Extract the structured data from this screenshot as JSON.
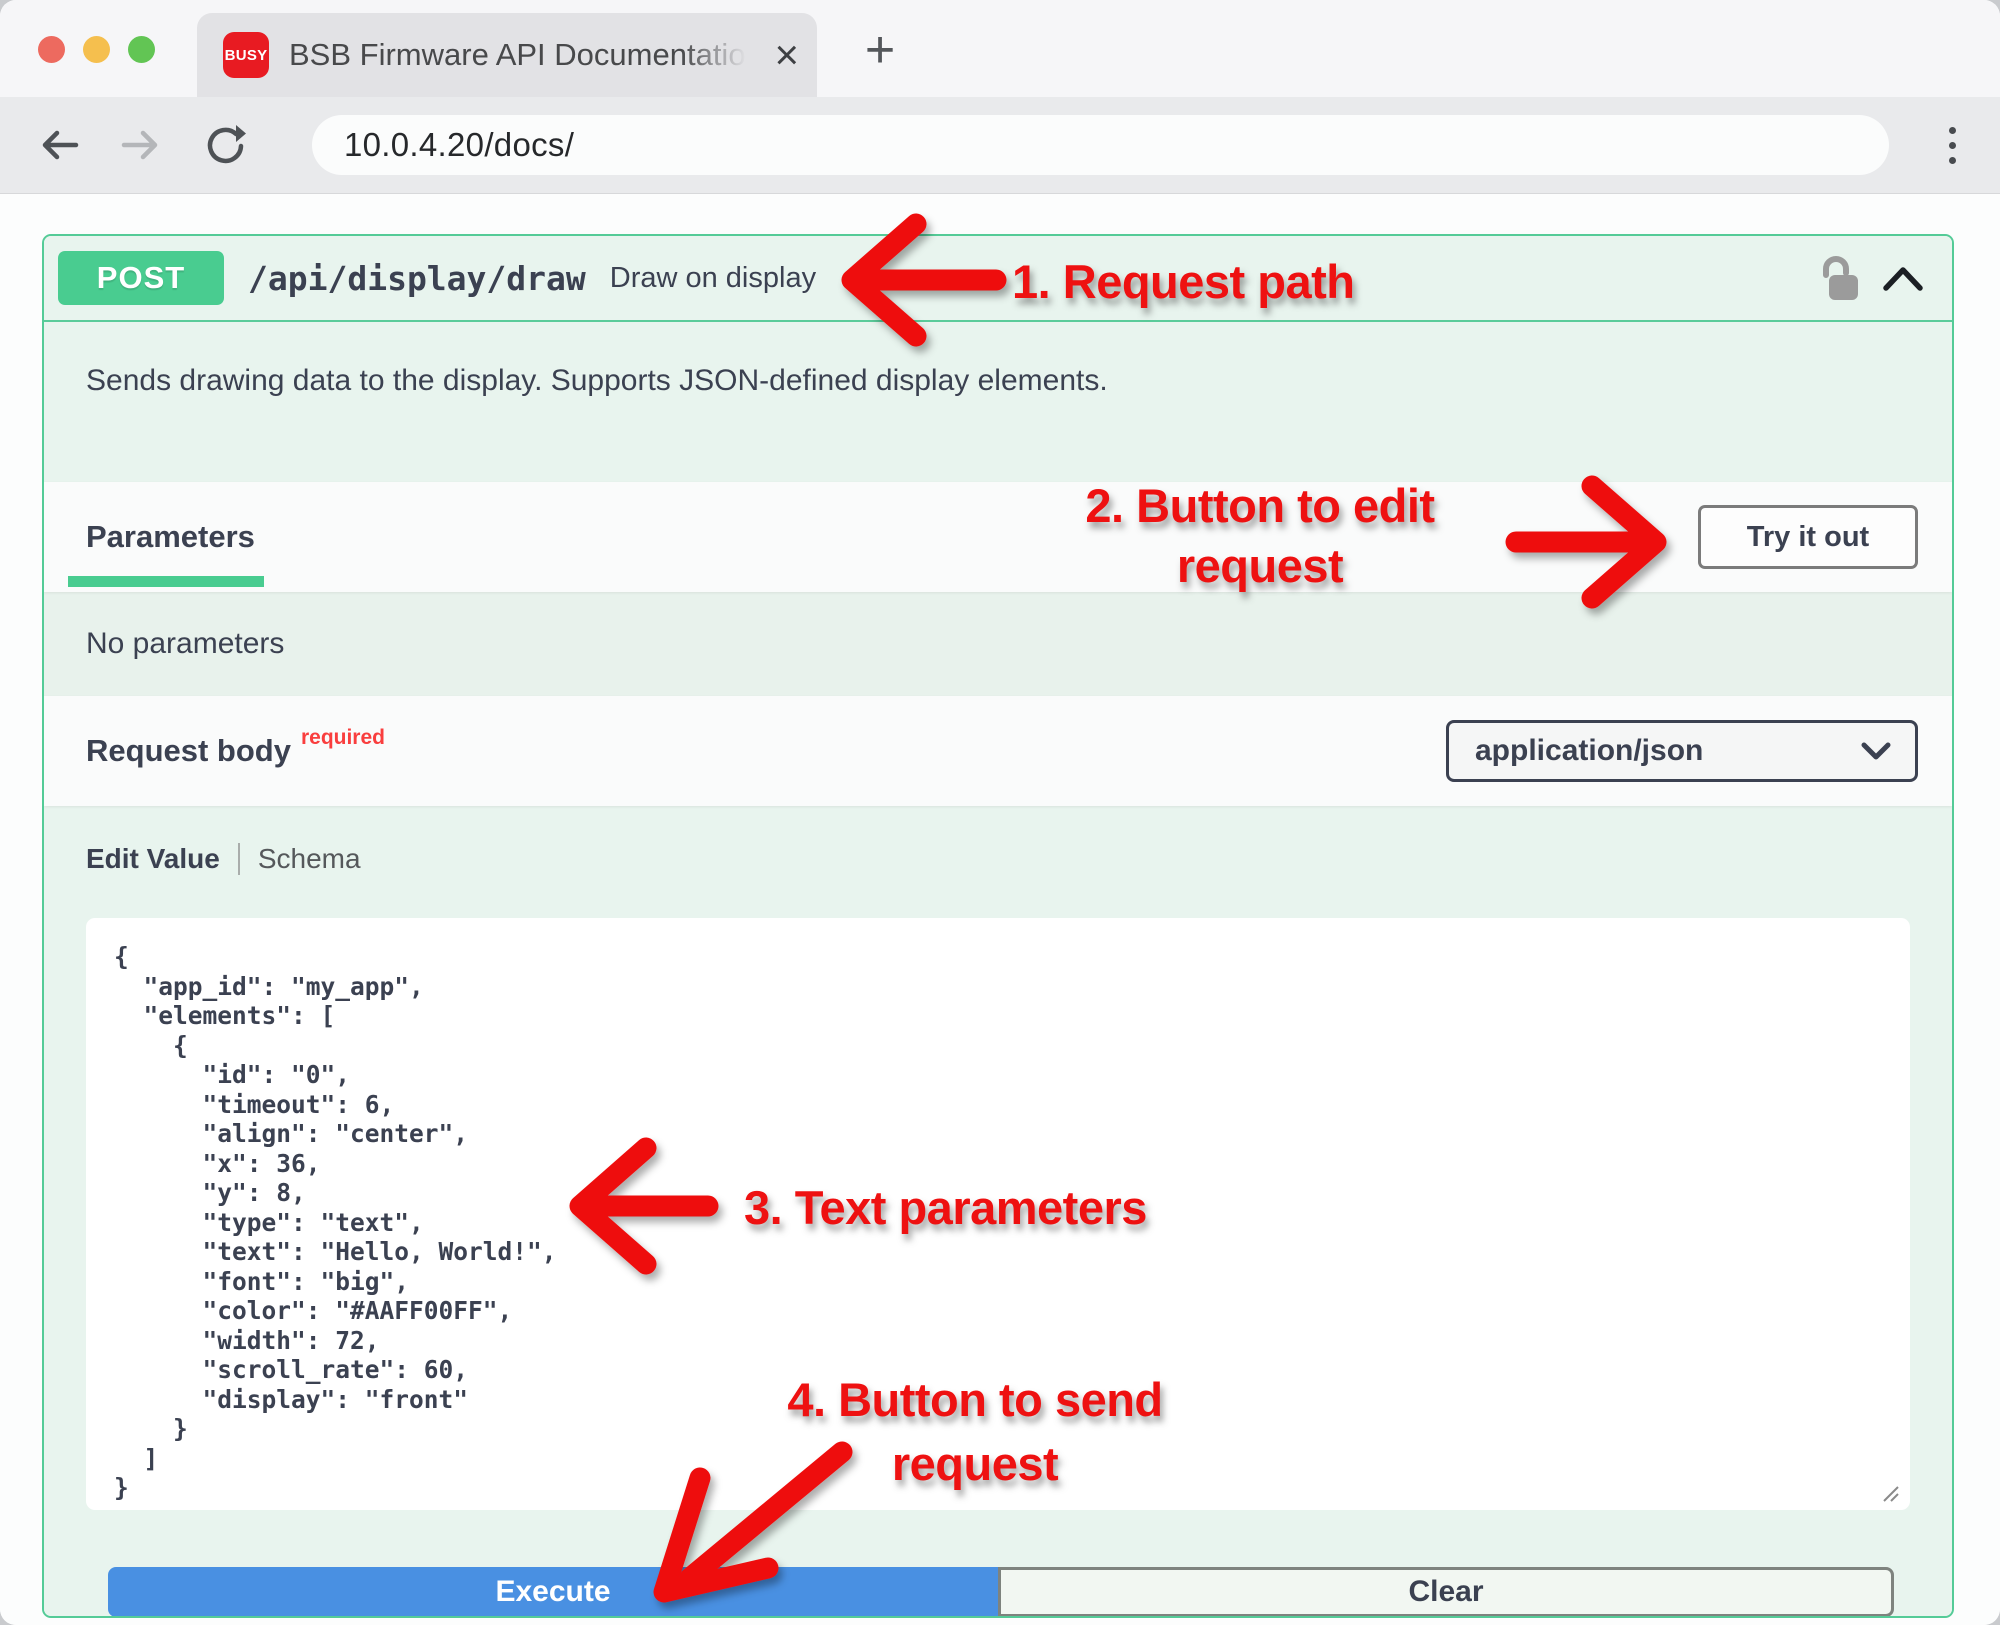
{
  "browser": {
    "tab": {
      "favicon_text": "BUSY",
      "title": "BSB Firmware API Documentatio",
      "close_glyph": "×"
    },
    "new_tab_glyph": "+",
    "url": "10.0.4.20/docs/"
  },
  "endpoint": {
    "method": "POST",
    "path": "/api/display/draw",
    "summary": "Draw on display",
    "description": "Sends drawing data to the display. Supports JSON-defined display elements."
  },
  "parameters_section": {
    "title": "Parameters",
    "try_it_out_label": "Try it out",
    "empty_text": "No parameters"
  },
  "request_body_section": {
    "title": "Request body",
    "required_label": "required",
    "content_type": "application/json",
    "tab_edit_value": "Edit Value",
    "tab_schema": "Schema",
    "body_json": "{\n  \"app_id\": \"my_app\",\n  \"elements\": [\n    {\n      \"id\": \"0\",\n      \"timeout\": 6,\n      \"align\": \"center\",\n      \"x\": 36,\n      \"y\": 8,\n      \"type\": \"text\",\n      \"text\": \"Hello, World!\",\n      \"font\": \"big\",\n      \"color\": \"#AAFF00FF\",\n      \"width\": 72,\n      \"scroll_rate\": 60,\n      \"display\": \"front\"\n    }\n  ]\n}"
  },
  "actions": {
    "execute_label": "Execute",
    "clear_label": "Clear"
  },
  "annotations": {
    "a1": {
      "line1": "1. Request path"
    },
    "a2": {
      "line1": "2. Button to edit",
      "line2": "request"
    },
    "a3": {
      "line1": "3. Text parameters"
    },
    "a4": {
      "line1": "4. Button to send",
      "line2": "request"
    }
  },
  "colors": {
    "method_badge_green": "#49cc90",
    "section_tint_green": "#e8f4ee",
    "execute_blue": "#4990e2",
    "annotation_red": "#ee1111",
    "required_red": "#f93e3e"
  }
}
